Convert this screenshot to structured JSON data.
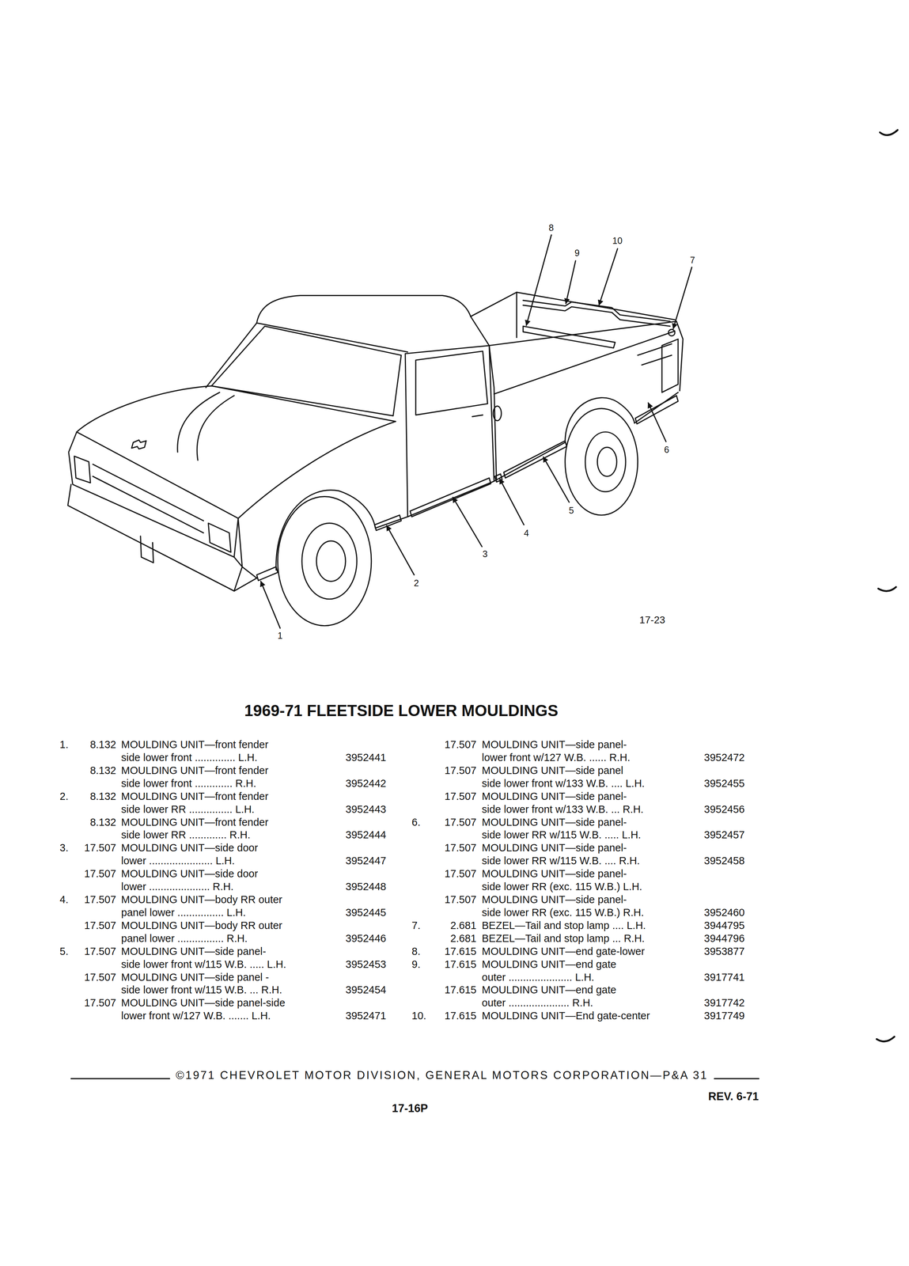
{
  "diagram": {
    "title": "1969-71 FLEETSIDE LOWER MOULDINGS",
    "labels": [
      "8",
      "10",
      "9",
      "7",
      "6",
      "5",
      "4",
      "3",
      "2",
      "1",
      "17-23",
      "1.",
      "8.132",
      "MOULDING UNIT—front fender",
      "side lower front .............. L.H.",
      "3952441",
      "8.132",
      "MOULDING UNIT—front fender",
      "side lower front ............. R.H.",
      "3952442",
      "2.",
      "8.132",
      "MOULDING UNIT—front fender",
      "side lower RR ............... L.H.",
      "3952443",
      "8.132",
      "MOULDING UNIT—front fender",
      "side lower RR ............. R.H.",
      "3952444",
      "3.",
      "17.507",
      "MOULDING UNIT—side door",
      "lower ...................... L.H.",
      "3952447",
      "17.507",
      "MOULDING UNIT—side door",
      "lower ..................... R.H.",
      "3952448",
      "4.",
      "17.507",
      "MOULDING UNIT—body RR outer",
      "panel lower ................ L.H.",
      "3952445",
      "17.507",
      "MOULDING UNIT—body RR outer",
      "panel lower ................ R.H.",
      "3952446",
      "5.",
      "17.507",
      "MOULDING UNIT—side panel-",
      "side lower front w/115 W.B. ..... L.H.",
      "3952453",
      "17.507",
      "MOULDING UNIT—side panel -",
      "side lower front w/115 W.B. ... R.H.",
      "3952454",
      "17.507",
      "MOULDING UNIT—side panel-side",
      "lower front w/127 W.B. ....... L.H.",
      "3952471",
      "17.507",
      "MOULDING UNIT—side panel-",
      "lower front w/127 W.B. ...... R.H.",
      "3952472",
      "17.507",
      "MOULDING UNIT—side panel",
      "side lower front w/133 W.B. .... L.H.",
      "3952455",
      "17.507",
      "MOULDING UNIT—side panel-",
      "side lower front w/133 W.B. ... R.H.",
      "3952456",
      "6.",
      "17.507",
      "MOULDING UNIT—side panel-",
      "side lower RR w/115 W.B. ..... L.H.",
      "3952457",
      "17.507",
      "MOULDING UNIT—side panel-",
      "side lower RR w/115 W.B. .... R.H.",
      "3952458",
      "17.507",
      "MOULDING UNIT—side panel-",
      "side lower RR (exc. 115 W.B.) L.H.",
      "17.507",
      "MOULDING UNIT—side panel-",
      "side lower RR (exc. 115 W.B.) R.H.",
      "3952460",
      "7.",
      "2.681",
      "BEZEL—Tail and stop lamp .... L.H.",
      "3944795",
      "2.681",
      "BEZEL—Tail and stop lamp ... R.H.",
      "3944796",
      "8.",
      "17.615",
      "MOULDING UNIT—end gate-lower",
      "3953877",
      "9.",
      "17.615",
      "MOULDING UNIT—end gate",
      "outer ...................... L.H.",
      "3917741",
      "17.615",
      "MOULDING UNIT—end gate",
      "outer ..................... R.H.",
      "3917742",
      "10.",
      "17.615",
      "MOULDING UNIT—End gate-center",
      "3917749",
      "©1971 CHEVROLET MOTOR DIVISION, GENERAL MOTORS CORPORATION—P&A 31",
      "REV. 6-71",
      "17-16P"
    ]
  }
}
